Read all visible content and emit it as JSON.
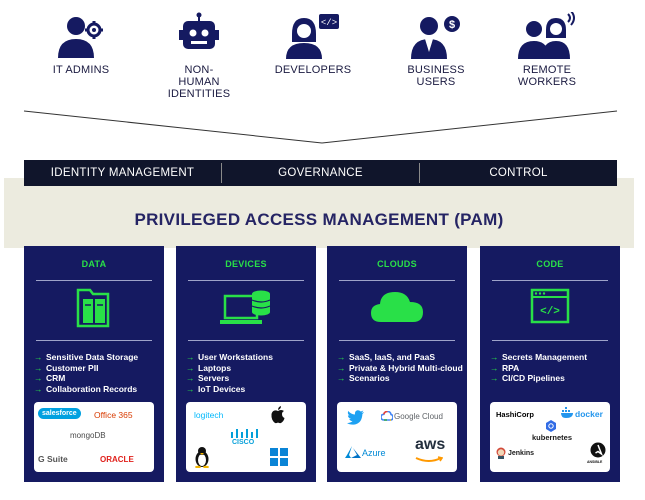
{
  "personas": [
    {
      "label": "IT ADMINS",
      "icon": "admin-gear-icon"
    },
    {
      "label": "NON-\nHUMAN\nIDENTITIES",
      "icon": "robot-icon"
    },
    {
      "label": "DEVELOPERS",
      "icon": "developer-code-icon"
    },
    {
      "label": "BUSINESS\nUSERS",
      "icon": "business-user-dollar-icon"
    },
    {
      "label": "REMOTE\nWORKERS",
      "icon": "remote-workers-wifi-icon"
    }
  ],
  "bar": {
    "identity": "IDENTITY MANAGEMENT",
    "governance": "GOVERNANCE",
    "control": "CONTROL"
  },
  "pam_title": "PRIVILEGED ACCESS MANAGEMENT (PAM)",
  "colors": {
    "navy": "#151a61",
    "green": "#29e048",
    "dark": "#10152b",
    "beige": "#ecebdf"
  },
  "columns": [
    {
      "head": "DATA",
      "icon": "folder-icon",
      "items": [
        "Sensitive Data Storage",
        "Customer PII",
        "CRM",
        "Collaboration Records"
      ],
      "logos": {
        "salesforce": "salesforce",
        "office": "Office 365",
        "mongo": "mongoDB",
        "gsuite": "G Suite",
        "oracle": "ORACLE"
      }
    },
    {
      "head": "DEVICES",
      "icon": "laptop-database-icon",
      "items": [
        "User Workstations",
        "Laptops",
        "Servers",
        "IoT Devices"
      ],
      "logos": {
        "logitech": "logitech",
        "cisco": "CISCO"
      }
    },
    {
      "head": "CLOUDS",
      "icon": "cloud-icon",
      "items": [
        "SaaS, IaaS, and PaaS",
        "Private & Hybrid Multi-cloud",
        "Scenarios"
      ],
      "logos": {
        "google": "Google Cloud",
        "azure": "Azure",
        "aws": "aws"
      }
    },
    {
      "head": "CODE",
      "icon": "code-window-icon",
      "items": [
        "Secrets Management",
        "RPA",
        "CI/CD Pipelines"
      ],
      "logos": {
        "hashicorp": "HashiCorp",
        "docker": "docker",
        "kubernetes": "kubernetes",
        "jenkins": "Jenkins",
        "ansible": "ANSIBLE"
      }
    }
  ]
}
